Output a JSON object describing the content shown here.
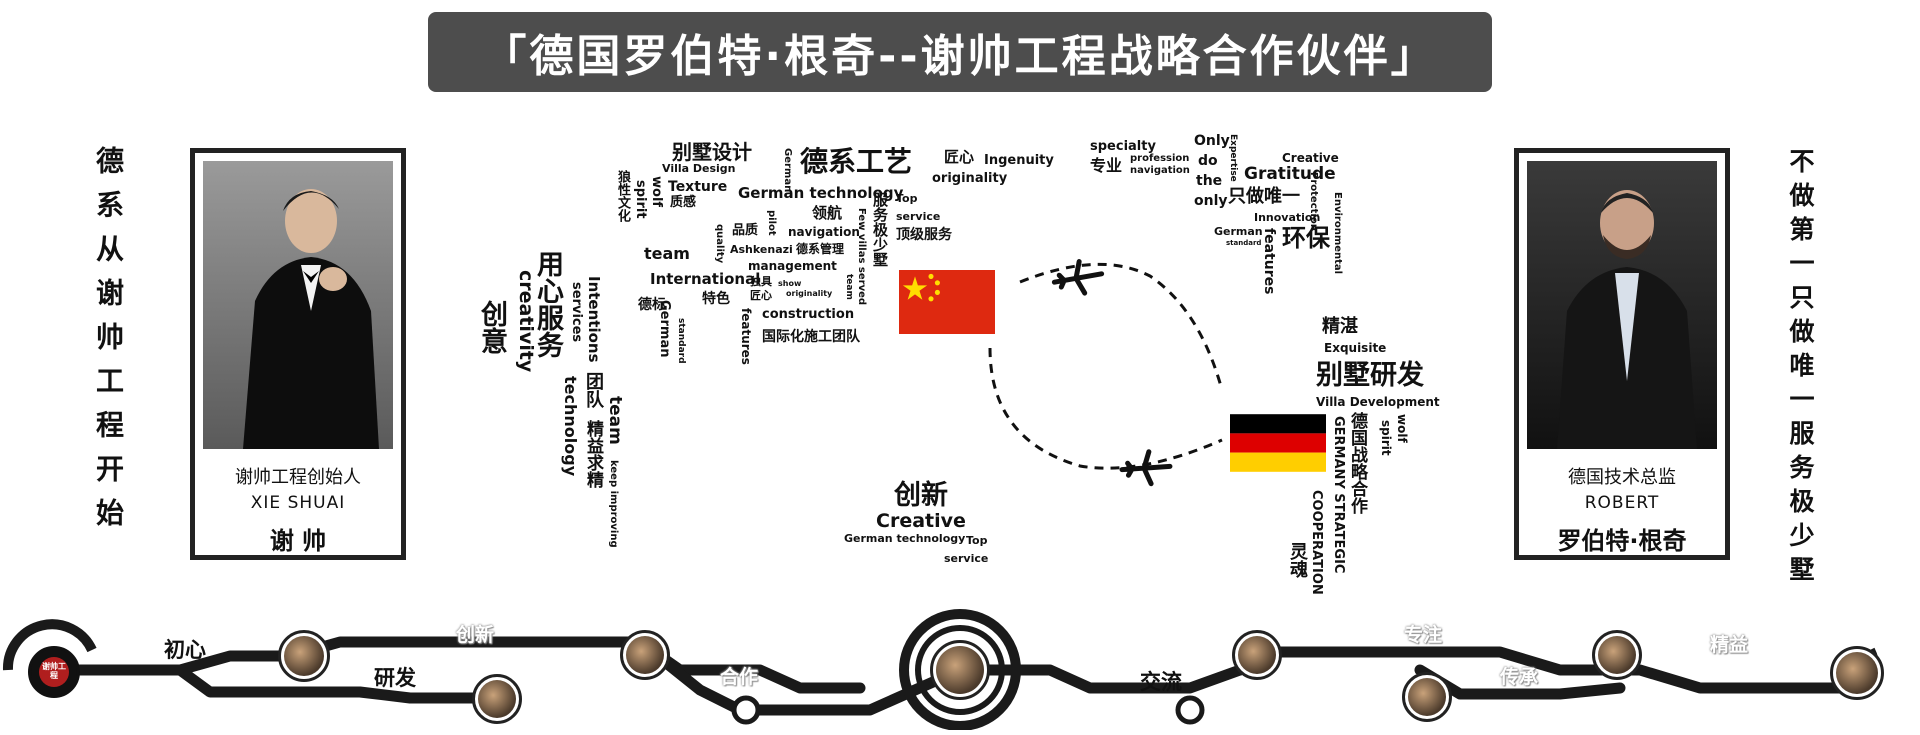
{
  "title": "「德国罗伯特·根奇--谢帅工程战略合作伙伴」",
  "left_vertical": "德系从谢帅工程开始",
  "right_vertical": "不做第一只做唯一服务极少墅",
  "left_card": {
    "role": "谢帅工程创始人",
    "name_en": "XIE SHUAI",
    "name": "谢 帅"
  },
  "right_card": {
    "role": "德国技术总监",
    "name_en": "ROBERT",
    "name": "罗伯特·根奇"
  },
  "cloud_cn": [
    "别墅设计",
    "Villa Design",
    "Texture",
    "质感",
    "狼性文化",
    "wolf",
    "spirit",
    "German",
    "德系工艺",
    "匠心",
    "Ingenuity",
    "originality",
    "German technology",
    "Top",
    "service",
    "顶级服务",
    "服务极少墅",
    "Few villas served",
    "领航",
    "pilot",
    "navigation",
    "品质",
    "quality",
    "Ashkenazi",
    "德系管理",
    "management",
    "team",
    "International",
    "独具",
    "匠心",
    "show",
    "originality",
    "team",
    "特色",
    "features",
    "construction",
    "德标",
    "German",
    "standard",
    "国际化施工团队",
    "用心服务",
    "creativity",
    "创意",
    "Intentions",
    "services",
    "团队",
    "team",
    "technology",
    "精益求精",
    "keep improving",
    "创新",
    "Creative",
    "German technology",
    "Top",
    "service"
  ],
  "cloud_de": [
    "specialty",
    "专业",
    "profession",
    "navigation",
    "Only",
    "do",
    "the",
    "only",
    "只做唯一",
    "Expertise",
    "Gratitude",
    "Creative",
    "Innovation",
    "Protection",
    "Environmental",
    "German",
    "standard",
    "features",
    "环保",
    "精湛",
    "Exquisite",
    "别墅研发",
    "Villa Development",
    "德国战略合作",
    "GERMANY STRATEGIC",
    "COOPERATION",
    "wolf",
    "spirit",
    "灵魂"
  ],
  "timeline": {
    "logo_text": "谢帅工程",
    "labels": [
      "初心",
      "研发",
      "交流"
    ],
    "ghost_labels": [
      "创新",
      "合作",
      "专注",
      "传承",
      "精益"
    ]
  },
  "colors": {
    "china_red": "#de2910",
    "china_star": "#ffde00",
    "de_black": "#000000",
    "de_red": "#dd0000",
    "de_gold": "#ffce00",
    "title_bg": "#4d4d4d"
  }
}
